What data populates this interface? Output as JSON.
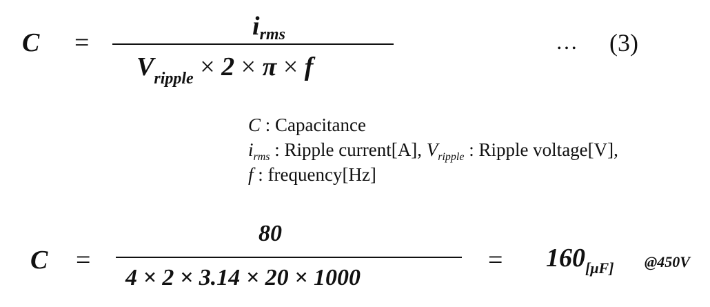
{
  "eq1": {
    "lhs": "C",
    "equals": "=",
    "numerator": "i",
    "numerator_sub": "rms",
    "den_v": "V",
    "den_v_sub": "ripple",
    "den_times1": "×",
    "den_two": "2",
    "den_times2": "×",
    "den_pi": "π",
    "den_times3": "×",
    "den_f": "f",
    "ellipsis": "…",
    "number": "(3)"
  },
  "legend": {
    "c_sym": "C",
    "c_desc": " : Capacitance",
    "i_sym": "i",
    "i_sub": "rms",
    "i_desc": " : Ripple current[A],",
    "v_sym": "V",
    "v_sub": "ripple",
    "v_desc": " : Ripple voltage[V],",
    "f_sym": "f",
    "f_desc": " : frequency[Hz]"
  },
  "eq2": {
    "lhs": "C",
    "equals": "=",
    "numerator": "80",
    "denominator": "4 × 2 × 3.14 × 20 × 1000",
    "equals2": "=",
    "result": "160",
    "unit": "[μF]",
    "condition": "@450V"
  }
}
